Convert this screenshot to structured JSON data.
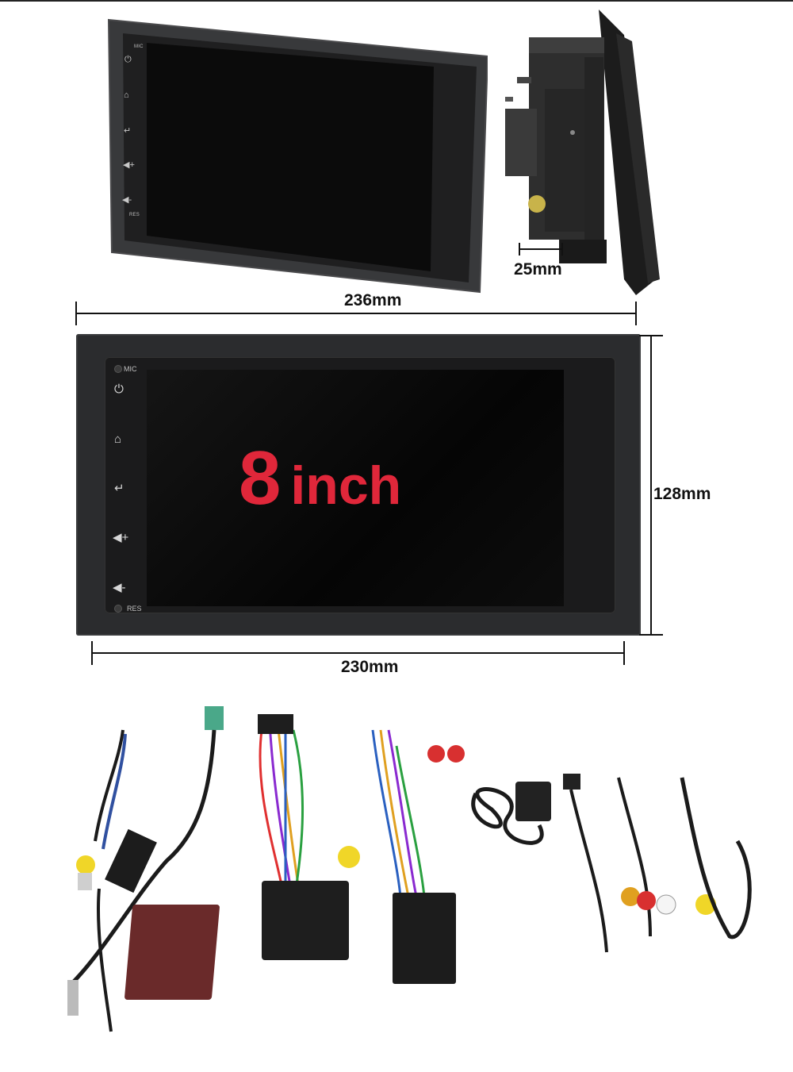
{
  "dimensions": {
    "depth": "25mm",
    "frame_width": "236mm",
    "height": "128mm",
    "screen_width": "230mm"
  },
  "angled_view": {
    "labels": {
      "top": "MIC",
      "bottom": "RES"
    },
    "buttons": [
      "power-icon",
      "home-icon",
      "back-icon",
      "volume-up-icon",
      "volume-down-icon"
    ]
  },
  "front_view": {
    "labels": {
      "top": "MIC",
      "bottom": "RES"
    },
    "screen": {
      "size_number": "8",
      "size_unit": "inch",
      "text_color": "#e0273a"
    },
    "buttons": [
      "power-icon",
      "home-icon",
      "back-icon",
      "volume-up-icon",
      "volume-down-icon"
    ]
  },
  "accessories": {
    "items": [
      "fakra-antenna-adapter",
      "main-power-harness",
      "rca-harness",
      "gps-antenna",
      "usb-cables",
      "can-bus-decoder-box",
      "radio-antenna-plug"
    ]
  },
  "colors": {
    "frame": "#2b2c2e",
    "screen": "#0a0a0a",
    "accent": "#e0273a"
  }
}
